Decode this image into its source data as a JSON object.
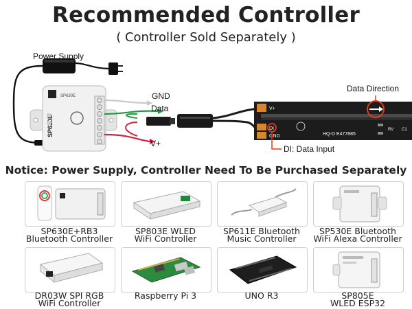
{
  "header": {
    "title": "Recommended Controller",
    "subtitle": "( Controller Sold Separately )"
  },
  "diagram": {
    "power_supply_label": "Power Supply",
    "gnd_label": "GND",
    "data_label": "Data",
    "vplus_label": "V+",
    "data_direction_label": "Data Direction",
    "di_label": "DI: Data Input",
    "controller_model": "SP630E",
    "strip_vplus": "V+",
    "strip_gnd": "GND",
    "strip_di": "DI",
    "strip_part": "HQ-D E477885",
    "strip_rv": "RV",
    "strip_c1": "C1",
    "colors": {
      "red_wire": "#d2203f",
      "green_wire": "#1f9a3d",
      "gray_wire": "#c8c8c8",
      "highlight": "#e23a1b",
      "strip": "#1c1c1c",
      "pad": "#d8862a"
    }
  },
  "notice": "Notice: Power Supply, Controller Need To Be Purchased Separately",
  "products": [
    {
      "line1": "SP630E+RB3",
      "line2": "Bluetooth Controller",
      "icon": "controller-with-remote-icon"
    },
    {
      "line1": "SP803E WLED",
      "line2": "WiFi Controller",
      "icon": "wled-controller-icon"
    },
    {
      "line1": "SP611E Bluetooth",
      "line2": "Music Controller",
      "icon": "music-controller-icon"
    },
    {
      "line1": "SP530E Bluetooth",
      "line2": "WiFi Alexa Controller",
      "icon": "alexa-controller-icon"
    },
    {
      "line1": "DR03W SPI RGB",
      "line2": "WiFi Controller",
      "icon": "spi-controller-icon"
    },
    {
      "line1": "Raspberry Pi 3",
      "line2": "",
      "icon": "raspberry-pi-board-icon"
    },
    {
      "line1": "UNO R3",
      "line2": "",
      "icon": "arduino-uno-board-icon"
    },
    {
      "line1": "SP805E",
      "line2": "WLED ESP32",
      "icon": "esp32-controller-icon"
    }
  ]
}
